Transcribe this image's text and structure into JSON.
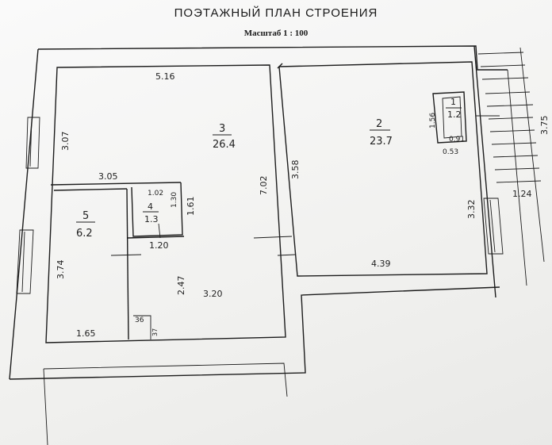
{
  "header": {
    "title": "ПОЭТАЖНЫЙ ПЛАН СТРОЕНИЯ",
    "scale": "Масштаб 1 : 100"
  },
  "rooms": [
    {
      "number": "3",
      "area": "26.4"
    },
    {
      "number": "2",
      "area": "23.7"
    },
    {
      "number": "5",
      "area": "6.2"
    },
    {
      "number": "4",
      "area": "1.3"
    },
    {
      "number": "1",
      "area": "1.2"
    }
  ],
  "dimensions": {
    "d_516": "5.16",
    "d_307": "3.07",
    "d_305": "3.05",
    "d_702": "7.02",
    "d_358": "3.58",
    "d_102": "1.02",
    "d_130": "1.30",
    "d_161": "1.61",
    "d_120": "1.20",
    "d_374": "3.74",
    "d_247": "2.47",
    "d_320": "3.20",
    "d_165": "1.65",
    "d_36": "36",
    "d_37": "37",
    "d_156": "1.56",
    "d_091": "0.91",
    "d_053": "0.53",
    "d_375": "3.75",
    "d_332": "3.32",
    "d_124": "1.24",
    "d_439": "4.39"
  }
}
